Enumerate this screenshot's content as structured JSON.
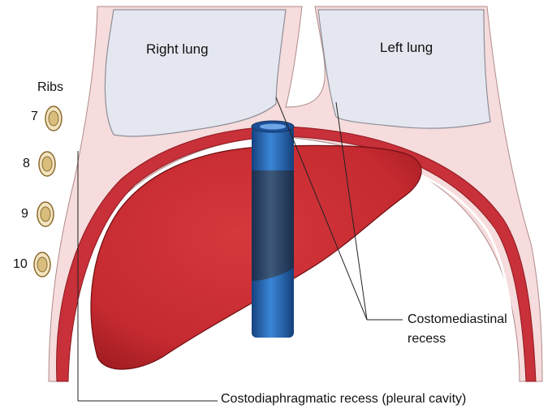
{
  "labels": {
    "right_lung": "Right lung",
    "left_lung": "Left lung",
    "ribs": "Ribs",
    "costomediastinal_line1": "Costomediastinal",
    "costomediastinal_line2": "recess",
    "costodiaphragmatic": "Costodiaphragmatic recess (pleural cavity)"
  },
  "ribs": [
    {
      "number": "7"
    },
    {
      "number": "8"
    },
    {
      "number": "9"
    },
    {
      "number": "10"
    }
  ],
  "colors": {
    "lung_fill": "#e4e7ef",
    "pleura_fill": "#f6dcdc",
    "diaphragm": "#c8303a",
    "liver_fill": "#c42a30",
    "liver_shadow": "#8e1418",
    "vessel": "#1f62b8",
    "vessel_dark": "#173d73",
    "rib_fill": "#e6cf98",
    "rib_outline": "#8a6a2e",
    "leader_line": "#222222"
  }
}
